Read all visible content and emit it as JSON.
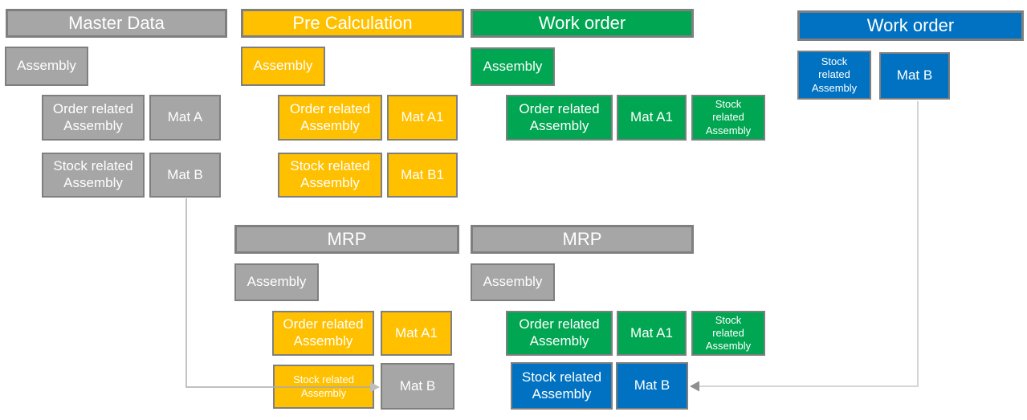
{
  "colors": {
    "gray": "#A6A6A6",
    "yellow": "#FFC000",
    "green": "#00A651",
    "blue": "#0072C1",
    "box-border": "#7F7F7F",
    "text": "#FFFFFF",
    "background": "#FFFFFF",
    "connector-left": "#ABABAB",
    "connector-right": "#C9C9C9",
    "arrow-left": "#BDBDBD",
    "arrow-right": "#8F8F8F"
  },
  "headers": {
    "master_data": "Master Data",
    "pre_calculation": "Pre Calculation",
    "work_order_green": "Work order",
    "work_order_blue": "Work order",
    "mrp_left": "MRP",
    "mrp_right": "MRP"
  },
  "labels": {
    "assembly": "Assembly",
    "order_related_assembly": "Order related Assembly",
    "stock_related_assembly": "Stock related Assembly",
    "mat_a": "Mat A",
    "mat_a1": "Mat A1",
    "mat_b": "Mat B",
    "mat_b1": "Mat B1"
  }
}
